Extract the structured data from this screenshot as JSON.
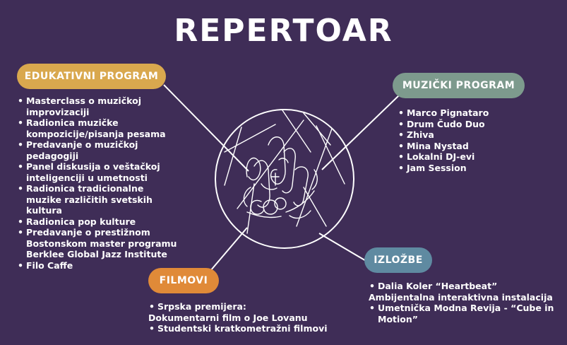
{
  "title": "REPERTOAR",
  "colors": {
    "background": "#3f2d57",
    "edukativni": "#d9a84e",
    "muzicki": "#7d9a8d",
    "filmovi": "#e08a38",
    "izlozbe": "#5f8aa1",
    "lines": "#ffffff"
  },
  "icon": "hands-with-guitar-and-headphones-drawing",
  "sections": {
    "edukativni": {
      "label": "EDUKATIVNI PROGRAM",
      "items": [
        "Masterclass o muzičkoj improvizaciji",
        "Radionica muzičke kompozicije/pisanja pesama",
        "Predavanje o muzičkoj pedagogiji",
        "Panel diskusija o veštačkoj inteligenciji u umetnosti",
        "Radionica tradicionalne muzike različitih svetskih kultura",
        "Radionica pop kulture",
        "Predavanje o prestižnom Bostonskom master programu Berklee Global Jazz Institute",
        "Filo Caffe"
      ],
      "lines": [
        "Masterclass o muzičkoj",
        "improvizaciji",
        "Radionica muzičke",
        "kompozicije/pisanja pesama",
        "Predavanje o muzičkoj",
        "pedagogiji",
        "Panel diskusija o veštačkoj",
        "inteligenciji u umetnosti",
        "Radionica tradicionalne",
        "muzike različitih svetskih",
        "kultura",
        "Radionica pop kulture",
        "Predavanje o prestižnom",
        "Bostonskom master programu",
        "Berklee Global Jazz Institute",
        "Filo Caffe"
      ]
    },
    "muzicki": {
      "label": "MUZIČKI PROGRAM",
      "items": [
        "Marco Pignataro",
        "Drum Čudo Duo",
        "Zhiva",
        "Mina Nystad",
        "Lokalni DJ-evi",
        "Jam Session"
      ]
    },
    "filmovi": {
      "label": "FILMOVI",
      "lines": [
        "Srpska premijera:",
        "Dokumentarni film o Joe Lovanu",
        "Studentski kratkometražni filmovi"
      ]
    },
    "izlozbe": {
      "label": "IZLOŽBE",
      "lines": [
        "Dalia Koler “Heartbeat”",
        "Ambijentalna interaktivna instalacija",
        "Umetnička Modna Revija - “Cube in",
        "Motion”"
      ]
    }
  }
}
